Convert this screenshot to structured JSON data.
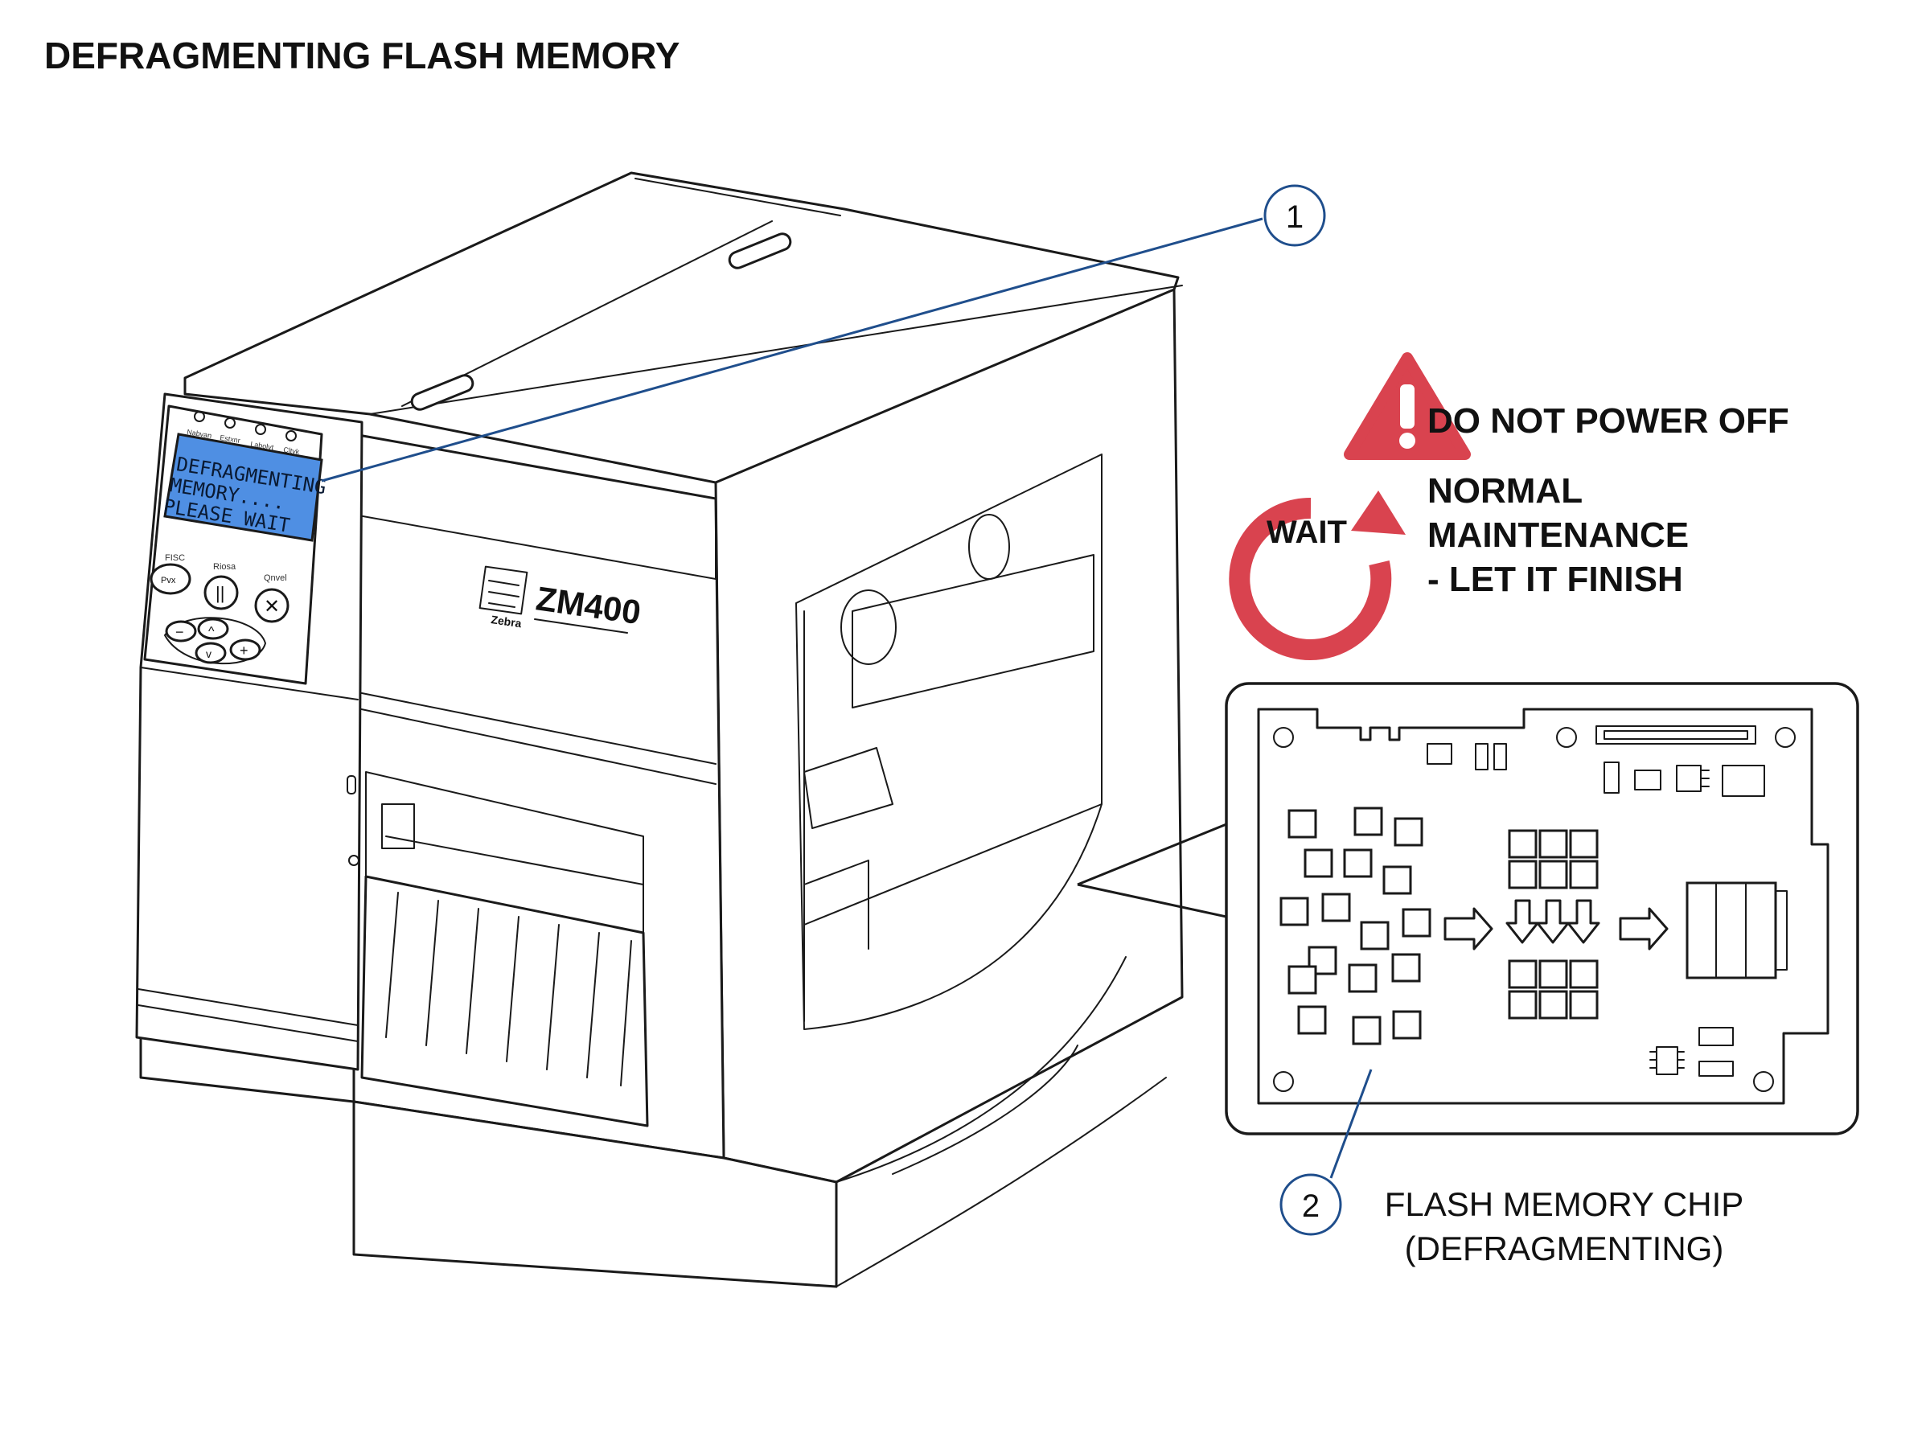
{
  "title": "DEFRAGMENTING FLASH MEMORY",
  "printer": {
    "model": "ZM400",
    "brand": "Zebra",
    "lcd_lines": [
      "DEFRAGMENTING",
      "MEMORY....",
      "PLEASE WAIT"
    ],
    "lcd_color": "#4f8fe3",
    "button_labels": [
      "FISC",
      "Riosa",
      "Qnvel"
    ],
    "led_labels": [
      "Nabvan",
      "Estxnr",
      "Labolvt",
      "Cltvk"
    ],
    "key_glyphs": [
      "Pvx",
      "||",
      "✕",
      "−",
      "^",
      "v",
      "+"
    ]
  },
  "callouts": [
    {
      "number": "1",
      "label": ""
    },
    {
      "number": "2",
      "label_lines": [
        "FLASH MEMORY CHIP",
        "(DEFRAGMENTING)"
      ]
    }
  ],
  "warning": {
    "icon": "warning-triangle-icon",
    "text": "DO NOT POWER OFF",
    "color": "#d9434f"
  },
  "wait": {
    "icon": "circular-arrow-icon",
    "label": "WAIT",
    "message_lines": [
      "NORMAL",
      "MAINTENANCE",
      "- LET IT FINISH"
    ],
    "color": "#d9434f"
  },
  "accent_color": "#1f4e8c"
}
